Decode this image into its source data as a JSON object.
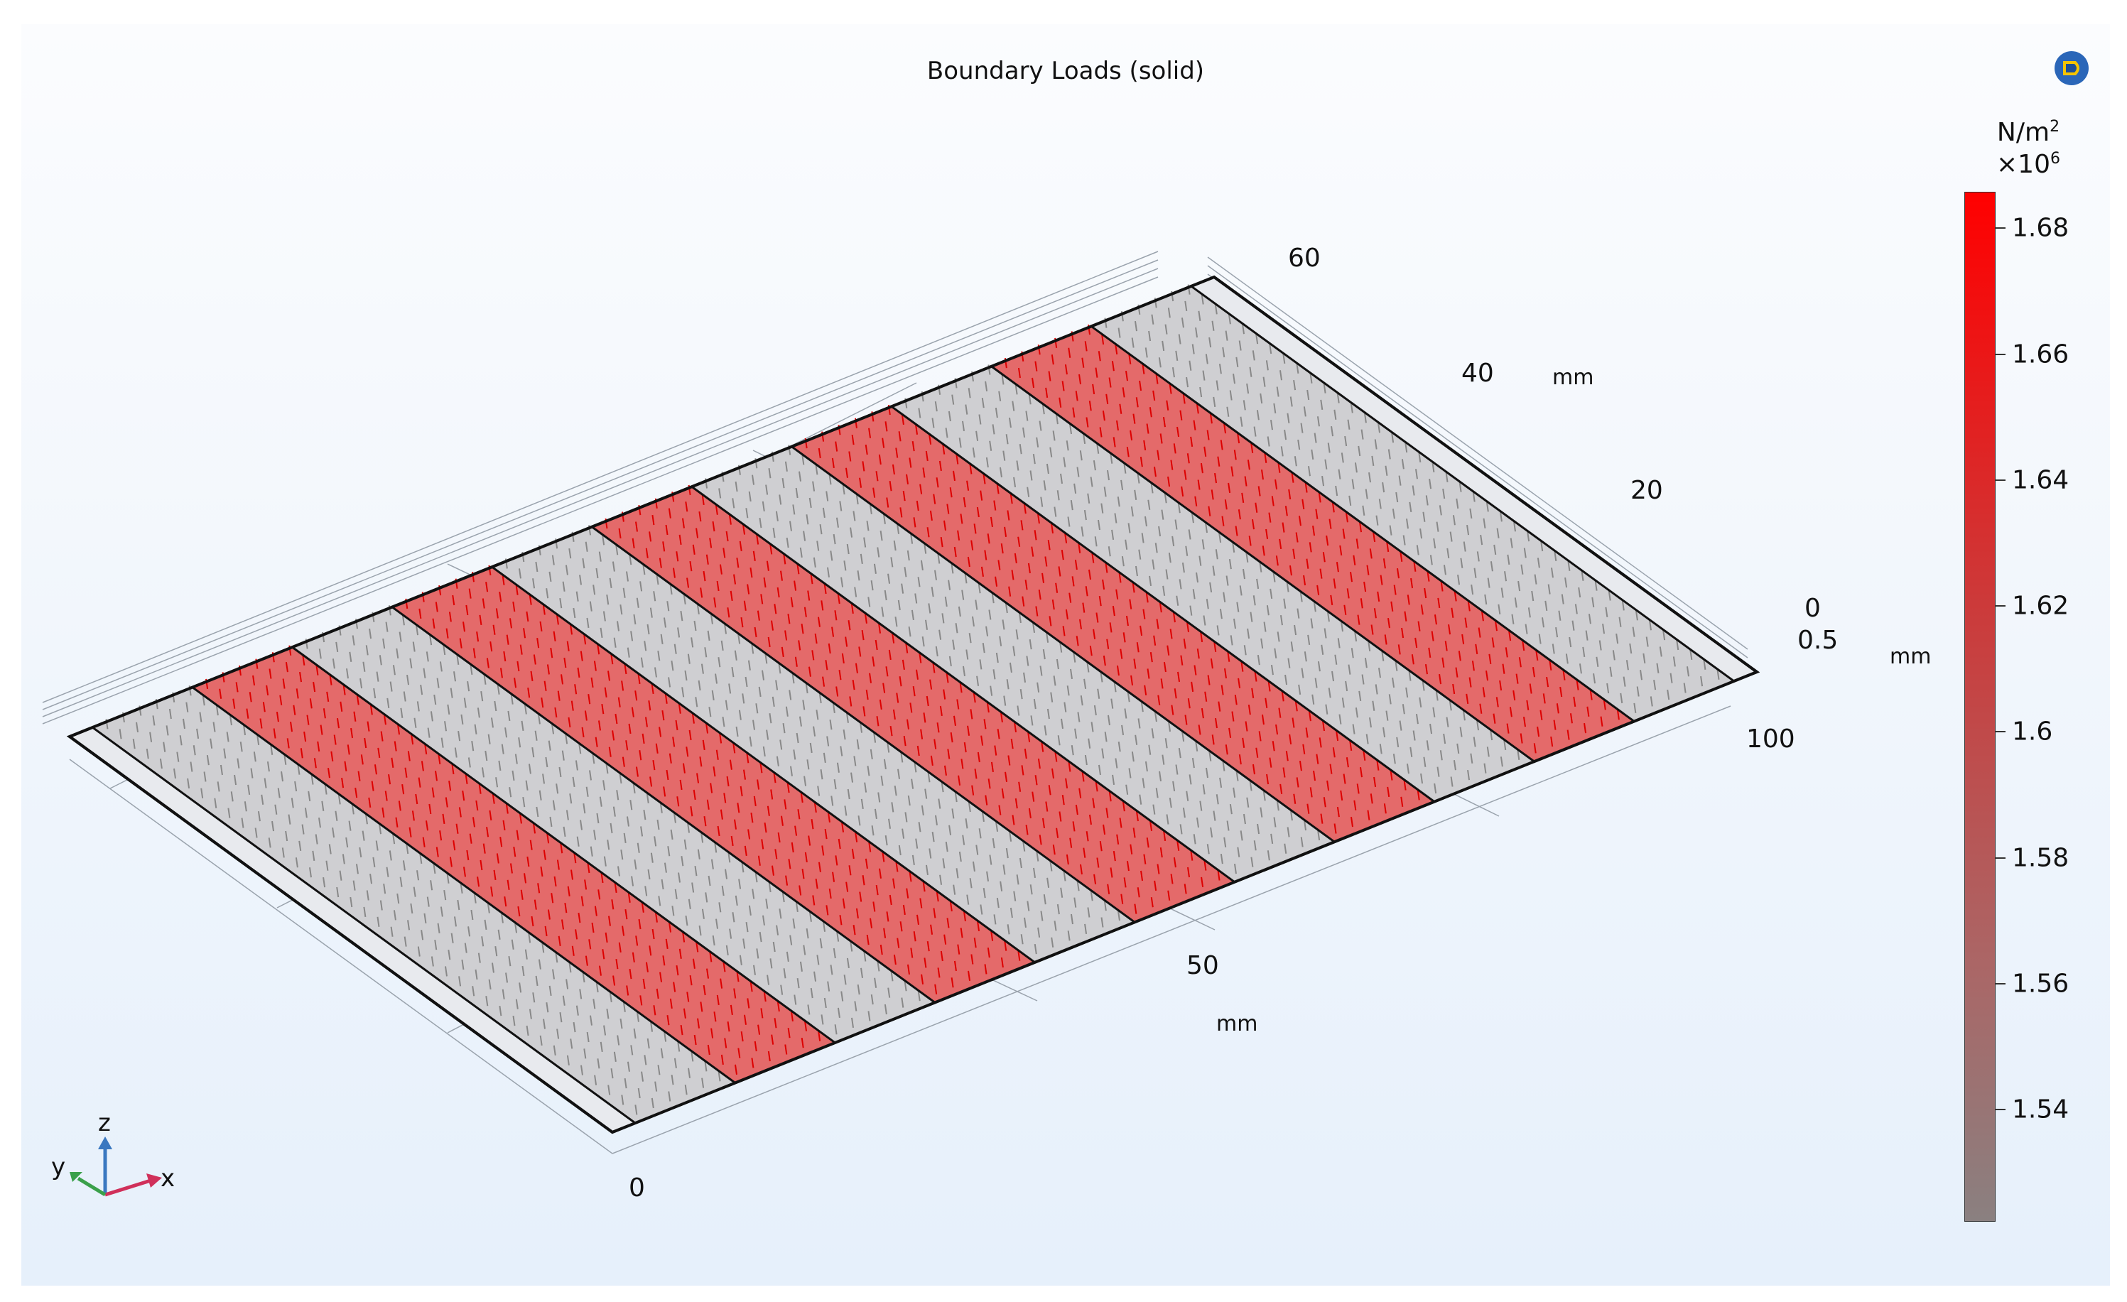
{
  "plot": {
    "title": "Boundary Loads (solid)",
    "toolbar_icon": "comsol-logo-icon"
  },
  "axes": {
    "x": {
      "ticks": [
        "0",
        "50",
        "100"
      ],
      "unit": "mm"
    },
    "y": {
      "ticks": [
        "0",
        "20",
        "40",
        "60"
      ],
      "unit": "mm"
    },
    "z": {
      "ticks": [
        "0.5"
      ],
      "unit": "mm"
    }
  },
  "triad": {
    "x": "x",
    "y": "y",
    "z": "z"
  },
  "colorbar": {
    "unit_base": "N/m",
    "unit_exp": "2",
    "scale_base": "×10",
    "scale_exp": "6",
    "ticks": [
      "1.68",
      "1.66",
      "1.64",
      "1.62",
      "1.6",
      "1.58",
      "1.56",
      "1.54"
    ],
    "tick_values": [
      1.68,
      1.66,
      1.64,
      1.62,
      1.6,
      1.58,
      1.56,
      1.54
    ],
    "range": [
      1.5222,
      1.6858
    ]
  },
  "colors": {
    "high": "#ff0000",
    "low": "#8a8080",
    "plate_edge": "#e8eaee",
    "strip_gray": "#c9c9c9",
    "triad_x": "#d0305a",
    "triad_y": "#3aa04a",
    "triad_z": "#3a78c0"
  },
  "chart_data": {
    "type": "heatmap",
    "title": "Boundary Loads (solid)",
    "xlabel": "mm",
    "ylabel": "mm",
    "zlabel": "mm",
    "xlim": [
      0,
      100
    ],
    "ylim": [
      0,
      60
    ],
    "colorbar_range": [
      1.5222,
      1.6858
    ],
    "strips": [
      {
        "load": "low"
      },
      {
        "load": "high"
      },
      {
        "load": "low"
      },
      {
        "load": "high"
      },
      {
        "load": "low"
      },
      {
        "load": "high"
      },
      {
        "load": "low"
      },
      {
        "load": "high"
      },
      {
        "load": "low"
      },
      {
        "load": "high"
      },
      {
        "load": "low"
      }
    ]
  }
}
